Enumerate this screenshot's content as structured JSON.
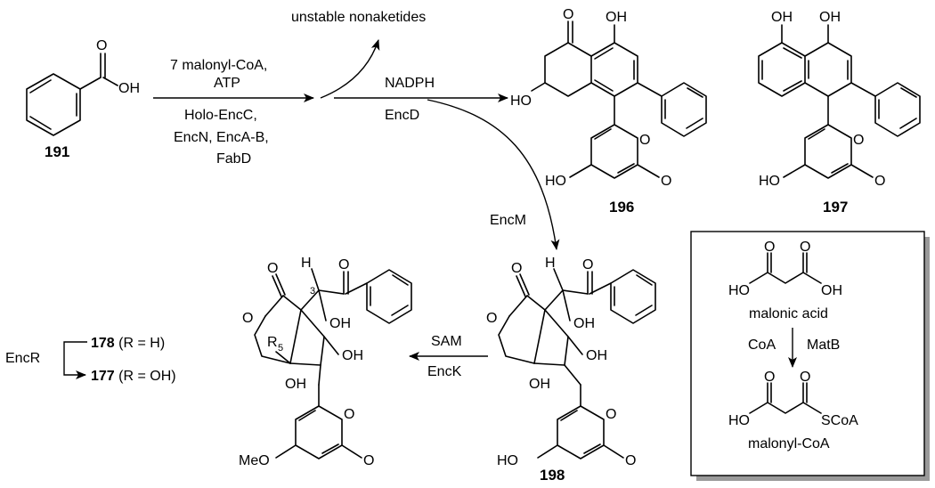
{
  "compounds": {
    "c191": {
      "number": "191",
      "atoms": {
        "o_carbonyl": "O",
        "oh": "OH"
      }
    },
    "c196": {
      "number": "196",
      "atoms": {
        "o_ketone": "O",
        "oh_top": "OH",
        "ho_left": "HO",
        "o_ring": "O",
        "ho_bottom": "HO",
        "o_lactone": "O"
      }
    },
    "c197": {
      "number": "197",
      "atoms": {
        "oh_1": "OH",
        "oh_2": "OH",
        "o_ring": "O",
        "ho_bottom": "HO",
        "o_lactone": "O"
      }
    },
    "c198": {
      "number": "198",
      "atoms": {
        "o_carbonyl": "O",
        "h": "H",
        "o_ketone": "O",
        "o_ring": "O",
        "oh_1": "OH",
        "oh_2": "OH",
        "oh_3": "OH",
        "o_pyrone": "O",
        "ho_bottom": "HO",
        "o_lactone": "O"
      }
    },
    "product": {
      "atoms": {
        "o_carbonyl": "O",
        "h": "H",
        "locant_3": "3",
        "o_ketone": "O",
        "o_ring": "O",
        "r": "R",
        "locant_5": "5",
        "oh_1": "OH",
        "oh_2": "OH",
        "oh_3": "OH",
        "o_pyrone": "O",
        "meo": "MeO",
        "o_lactone": "O"
      }
    }
  },
  "reactions": {
    "step1": {
      "above_1": "7 malonyl-CoA,",
      "above_2": "ATP",
      "below_1": "Holo-EncC,",
      "below_2": "EncN, EncA-B,",
      "below_3": "FabD"
    },
    "side_product": "unstable nonaketides",
    "step2": {
      "above": "NADPH",
      "below": "EncD"
    },
    "encm": "EncM",
    "sam_step": {
      "above": "SAM",
      "below": "EncK"
    }
  },
  "encr_scheme": {
    "enzyme": "EncR",
    "top_num": "178",
    "top_text": " (R = H)",
    "bottom_num": "177",
    "bottom_text": " (R = OH)"
  },
  "malonate_box": {
    "malonic_acid": {
      "ho": "HO",
      "o1": "O",
      "o2": "O",
      "oh": "OH",
      "name": "malonic acid"
    },
    "reagent_left": "CoA",
    "reagent_right": "MatB",
    "malonyl_coa": {
      "ho": "HO",
      "o1": "O",
      "o2": "O",
      "scoa": "SCoA",
      "name": "malonyl-CoA"
    }
  }
}
